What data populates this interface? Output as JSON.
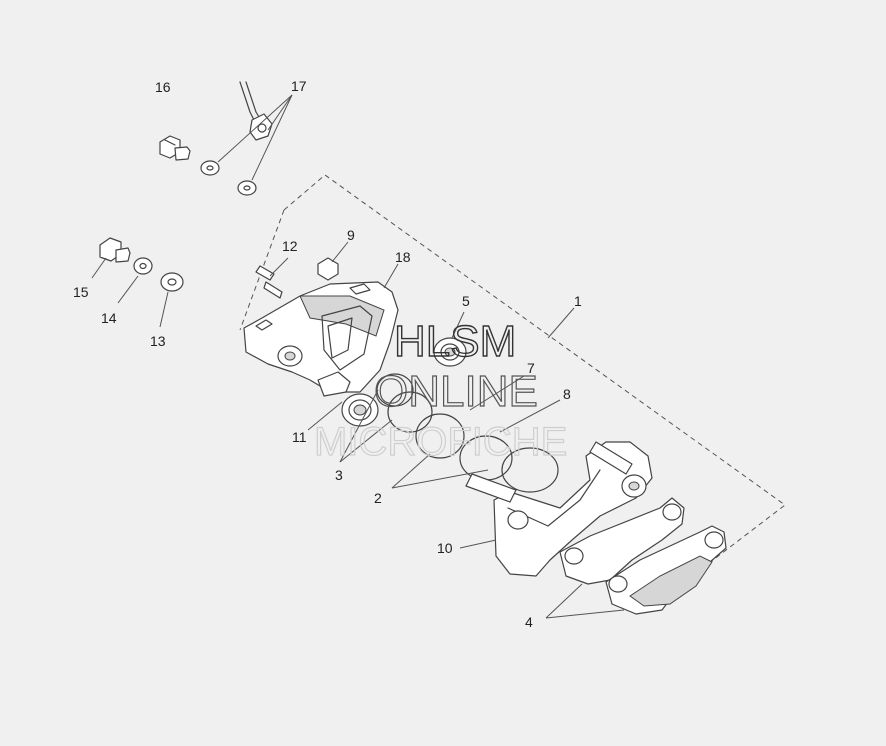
{
  "callouts": [
    {
      "id": "1",
      "label": "1"
    },
    {
      "id": "2",
      "label": "2"
    },
    {
      "id": "3",
      "label": "3"
    },
    {
      "id": "4",
      "label": "4"
    },
    {
      "id": "5",
      "label": "5"
    },
    {
      "id": "7",
      "label": "7"
    },
    {
      "id": "8",
      "label": "8"
    },
    {
      "id": "9",
      "label": "9"
    },
    {
      "id": "10",
      "label": "10"
    },
    {
      "id": "11",
      "label": "11"
    },
    {
      "id": "12",
      "label": "12"
    },
    {
      "id": "13",
      "label": "13"
    },
    {
      "id": "14",
      "label": "14"
    },
    {
      "id": "15",
      "label": "15"
    },
    {
      "id": "16",
      "label": "16"
    },
    {
      "id": "17",
      "label": "17"
    },
    {
      "id": "18",
      "label": "18"
    }
  ],
  "watermark": {
    "line1": "HLSM",
    "line2": "ONLINE",
    "line3": "MICROFICHE"
  }
}
